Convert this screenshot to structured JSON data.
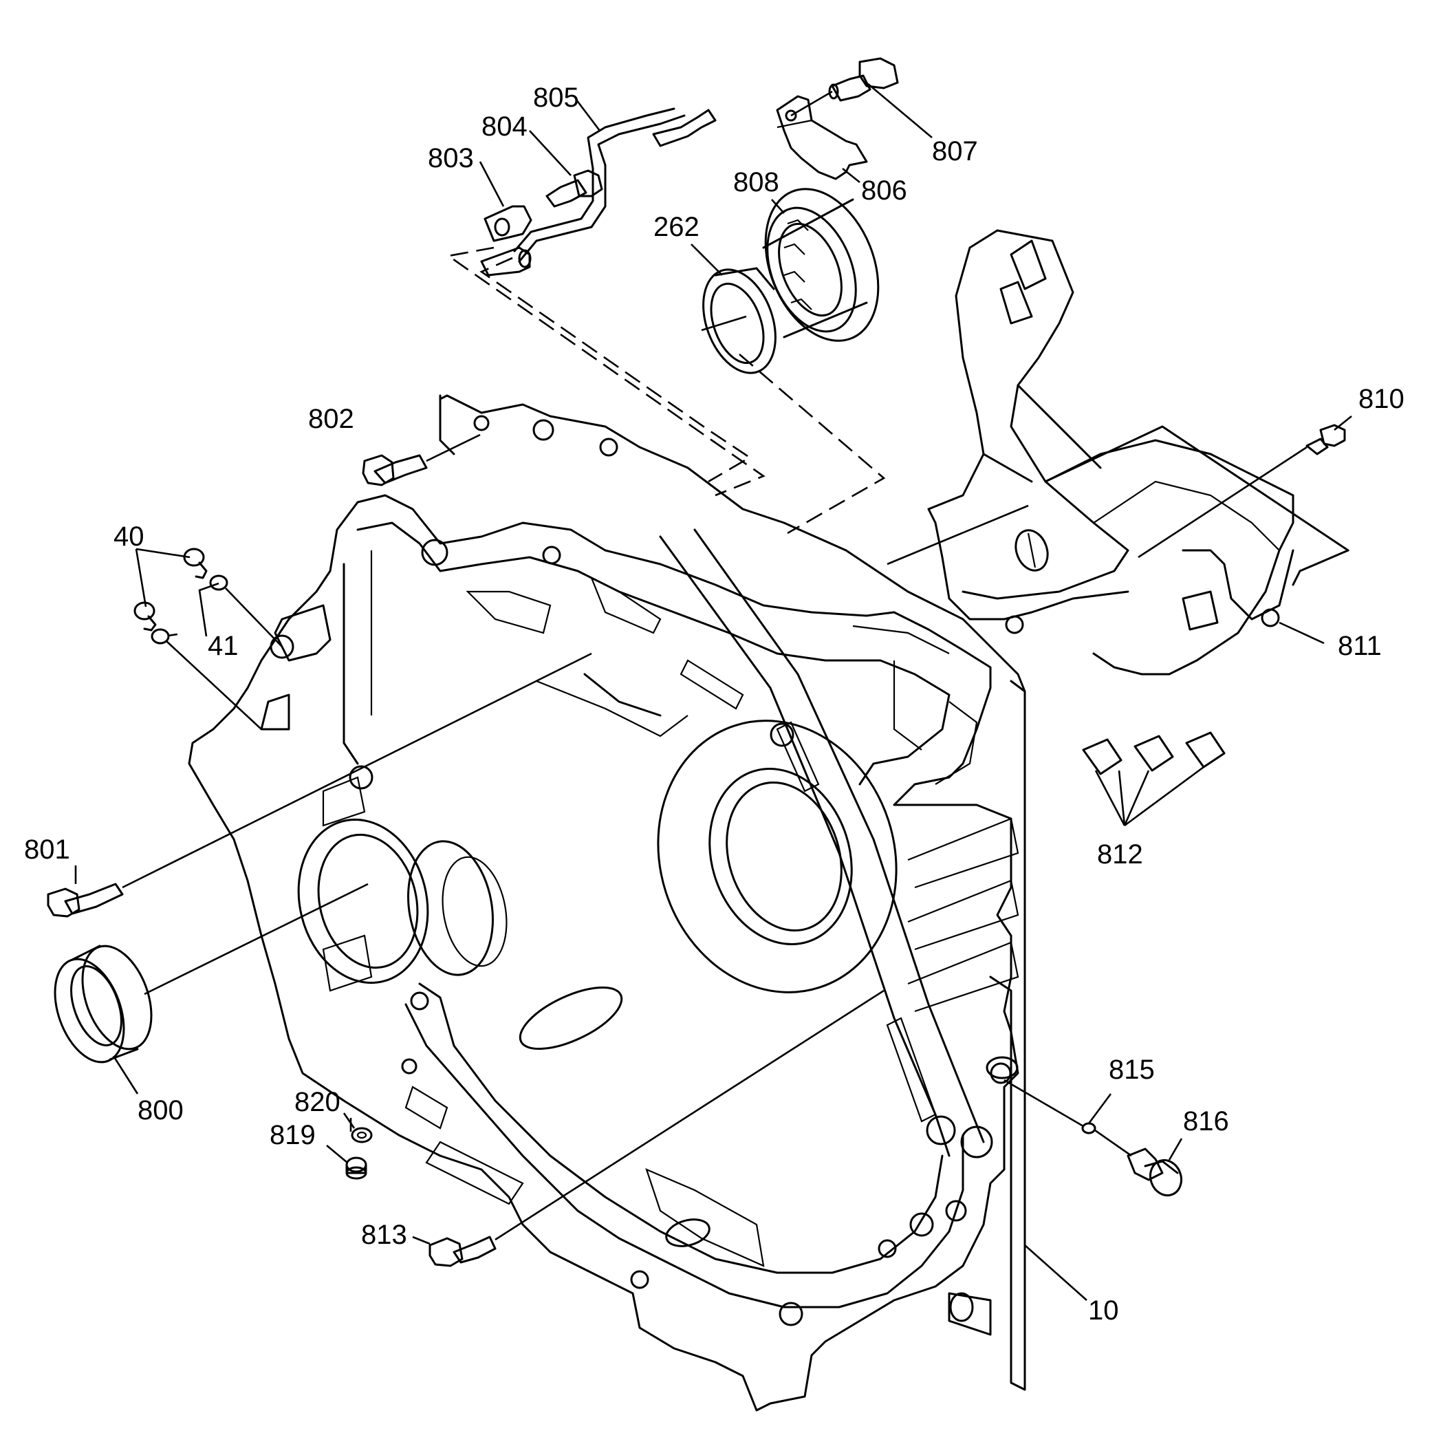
{
  "callouts": [
    {
      "id": "c805",
      "text": "805"
    },
    {
      "id": "c804",
      "text": "804"
    },
    {
      "id": "c803",
      "text": "803"
    },
    {
      "id": "c808",
      "text": "808"
    },
    {
      "id": "c262",
      "text": "262"
    },
    {
      "id": "c807",
      "text": "807"
    },
    {
      "id": "c806",
      "text": "806"
    },
    {
      "id": "c802",
      "text": "802"
    },
    {
      "id": "c810",
      "text": "810"
    },
    {
      "id": "c40",
      "text": "40"
    },
    {
      "id": "c41",
      "text": "41"
    },
    {
      "id": "c811",
      "text": "811"
    },
    {
      "id": "c812",
      "text": "812"
    },
    {
      "id": "c801",
      "text": "801"
    },
    {
      "id": "c800",
      "text": "800"
    },
    {
      "id": "c815",
      "text": "815"
    },
    {
      "id": "c816",
      "text": "816"
    },
    {
      "id": "c820",
      "text": "820"
    },
    {
      "id": "c819",
      "text": "819"
    },
    {
      "id": "c813",
      "text": "813"
    },
    {
      "id": "c10",
      "text": "10"
    }
  ]
}
